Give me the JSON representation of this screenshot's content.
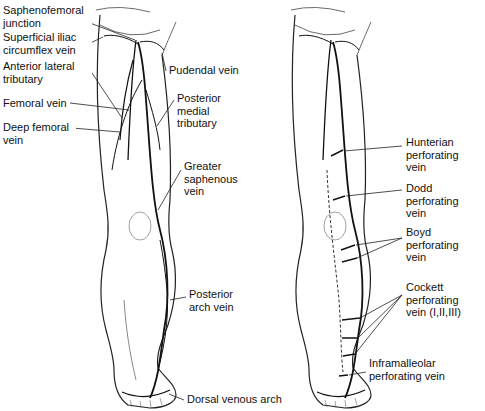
{
  "diagram": {
    "labels": [
      "Saphenofemoral junction",
      "Superficial iliac circumflex vein",
      "Anterior lateral tributary",
      "Femoral vein",
      "Deep femoral vein",
      "Pudendal vein",
      "Posterior medial tributary",
      "Greater saphenous vein",
      "Posterior arch vein",
      "Dorsal venous arch",
      "Hunterian perforating vein",
      "Dodd perforating vein",
      "Boyd perforating vein",
      "Cockett perforating vein (I,II,III)",
      "Inframalleolar perforating vein"
    ]
  }
}
